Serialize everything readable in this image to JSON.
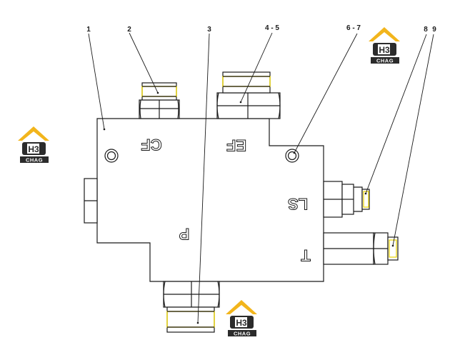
{
  "callouts": [
    "1",
    "2",
    "3",
    "4 - 5",
    "6 - 7",
    "8",
    "9"
  ],
  "port_labels": {
    "cf": "CF",
    "ef": "EF",
    "ls": "LS",
    "p": "P",
    "t": "T"
  },
  "logo": {
    "monogram": "H3",
    "wordmark": "CHAG"
  },
  "colors": {
    "line": "#1a1a1a",
    "logo_yellow": "#f2b51c",
    "logo_dark": "#2b2b2b",
    "thread_yellow": "#e8d200"
  }
}
